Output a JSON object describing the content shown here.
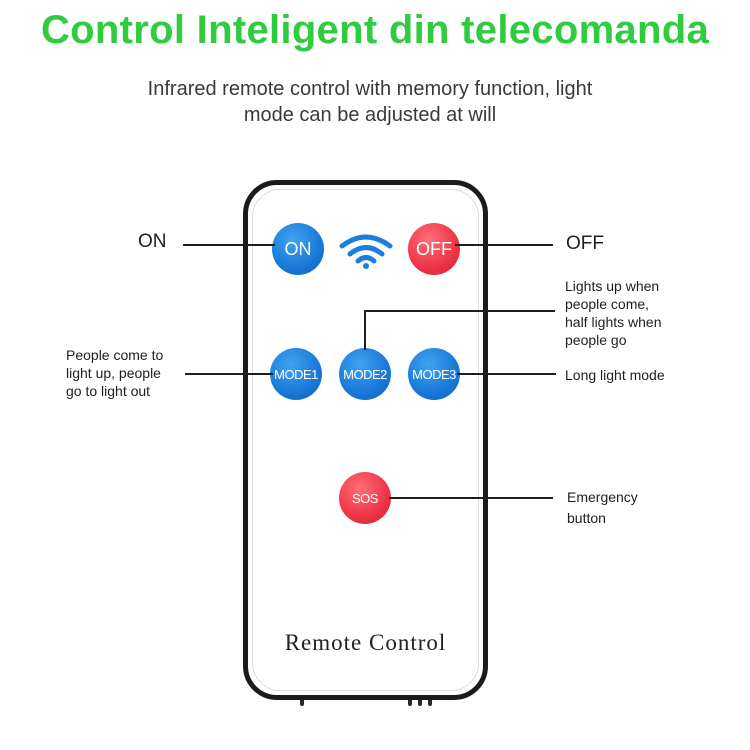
{
  "header": {
    "title": "Control Inteligent din telecomanda",
    "subtitle_line1": "Infrared remote control with memory function, light",
    "subtitle_line2": "mode can be adjusted at will"
  },
  "remote": {
    "label": "Remote Control",
    "buttons": {
      "on": "ON",
      "off": "OFF",
      "mode1": "MODE1",
      "mode2": "MODE2",
      "mode3": "MODE3",
      "sos": "SOS"
    },
    "signal_icon": "wifi-icon"
  },
  "callouts": {
    "on": "ON",
    "off": "OFF",
    "mode1": [
      "People come to",
      "light up, people",
      "go to light out"
    ],
    "mode2": [
      "Lights up when",
      "people come,",
      "half lights when",
      "people go"
    ],
    "mode3": "Long light mode",
    "sos": [
      "Emergency",
      "button"
    ]
  },
  "colors": {
    "title": "#2fcc3f",
    "blue_button": "#1978d8",
    "red_button": "#ee3446",
    "signal": "#1a7fdc"
  }
}
